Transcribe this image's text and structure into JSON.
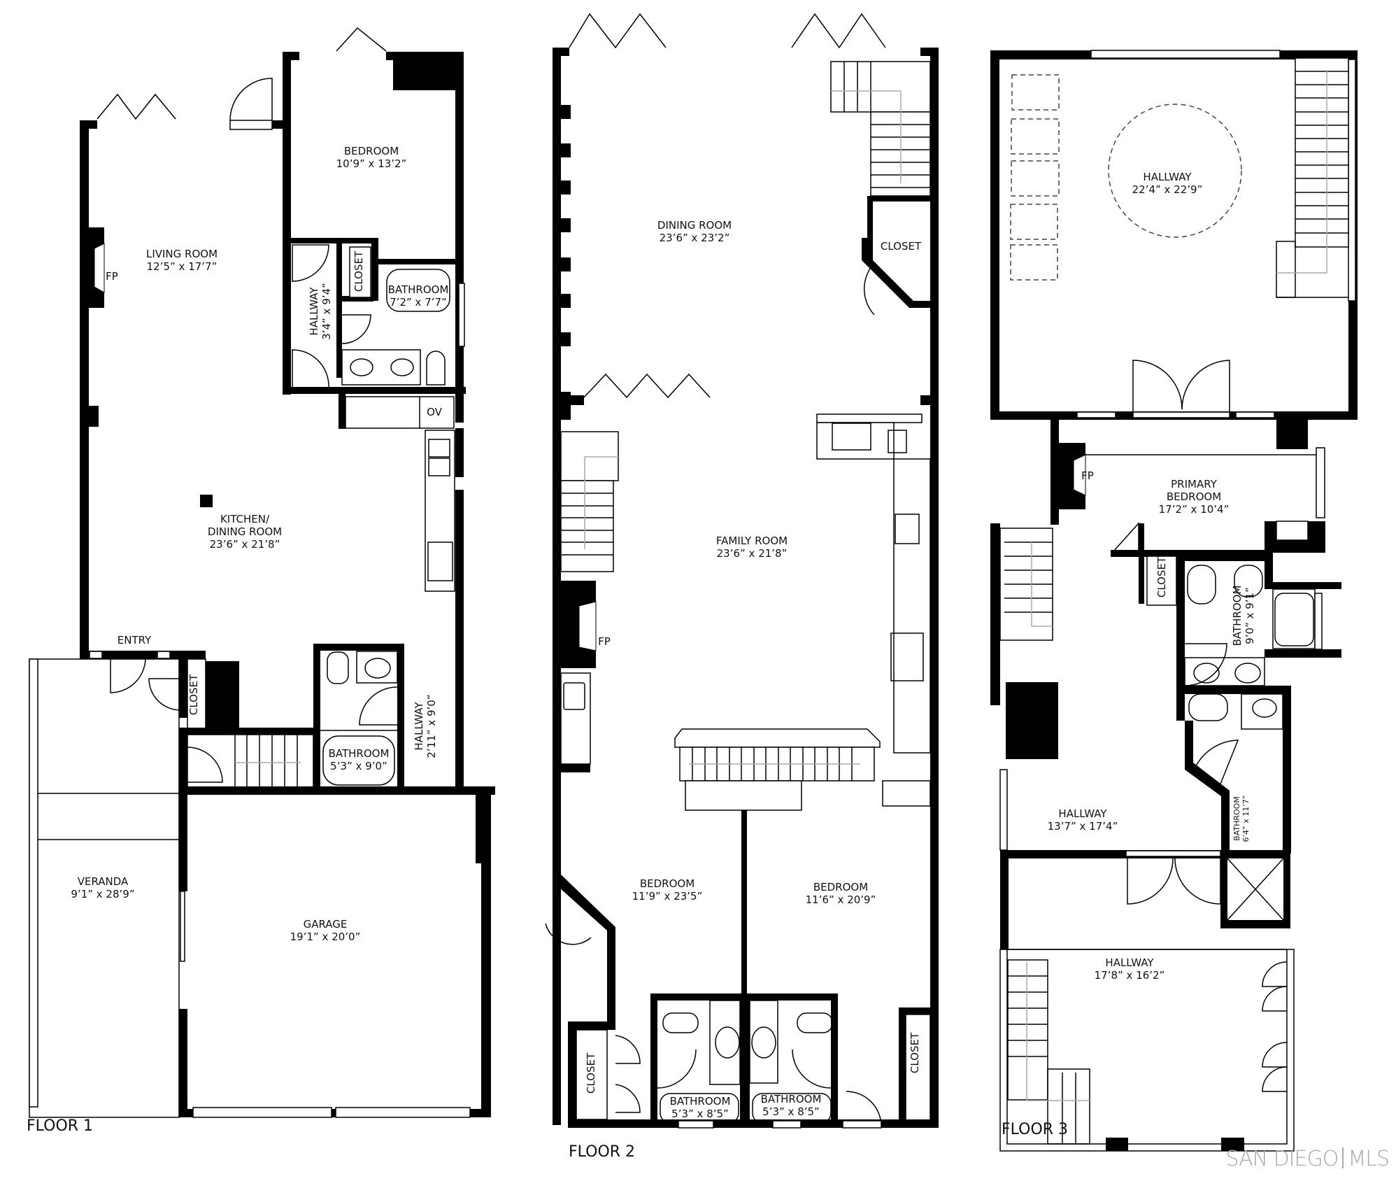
{
  "floors": [
    {
      "name": "FLOOR 1",
      "rooms": [
        {
          "name": "BEDROOM",
          "dims": "10’9” x 13’2”"
        },
        {
          "name": "LIVING ROOM",
          "dims": "12’5” x 17’7”"
        },
        {
          "name": "HALLWAY",
          "dims": "3’4” x 9’4”"
        },
        {
          "name": "CLOSET",
          "dims": ""
        },
        {
          "name": "BATHROOM",
          "dims": "7’2” x 7’7”"
        },
        {
          "name": "OV",
          "dims": ""
        },
        {
          "name": "KITCHEN/\nDINING ROOM",
          "dims": "23’6” x 21’8”"
        },
        {
          "name": "ENTRY",
          "dims": ""
        },
        {
          "name": "CLOSET",
          "dims": ""
        },
        {
          "name": "BATHROOM",
          "dims": "5’3” x 9’0”"
        },
        {
          "name": "HALLWAY",
          "dims": "2’11” x 9’0”"
        },
        {
          "name": "VERANDA",
          "dims": "9’1” x 28’9”"
        },
        {
          "name": "GARAGE",
          "dims": "19’1” x 20’0”"
        },
        {
          "name": "FP",
          "dims": ""
        }
      ]
    },
    {
      "name": "FLOOR 2",
      "rooms": [
        {
          "name": "DINING ROOM",
          "dims": "23’6” x 23’2”"
        },
        {
          "name": "CLOSET",
          "dims": ""
        },
        {
          "name": "FAMILY ROOM",
          "dims": "23’6” x 21’8”"
        },
        {
          "name": "FP",
          "dims": ""
        },
        {
          "name": "BEDROOM",
          "dims": "11’9” x 23’5”"
        },
        {
          "name": "BEDROOM",
          "dims": "11’6” x 20’9”"
        },
        {
          "name": "CLOSET",
          "dims": ""
        },
        {
          "name": "BATHROOM",
          "dims": "5’3” x 8’5”"
        },
        {
          "name": "BATHROOM",
          "dims": "5’3” x 8’5”"
        },
        {
          "name": "CLOSET",
          "dims": ""
        }
      ]
    },
    {
      "name": "FLOOR 3",
      "rooms": [
        {
          "name": "HALLWAY",
          "dims": "22’4” x 22’9”"
        },
        {
          "name": "FP",
          "dims": ""
        },
        {
          "name": "PRIMARY\nBEDROOM",
          "dims": "17’2” x 10’4”"
        },
        {
          "name": "CLOSET",
          "dims": ""
        },
        {
          "name": "BATHROOM",
          "dims": "9’0” x 9’1”"
        },
        {
          "name": "HALLWAY",
          "dims": "13’7” x 17’4”"
        },
        {
          "name": "BATHROOM",
          "dims": "6’4” x 11’7”"
        },
        {
          "name": "HALLWAY",
          "dims": "17’8” x 16’2”"
        }
      ]
    }
  ],
  "watermark": {
    "left": "SAN DIEGO",
    "right": "MLS"
  },
  "colors": {
    "wall": "#000000",
    "background": "#ffffff",
    "stair_arrow": "#aaaaaa",
    "watermark": "#a8a8a8"
  }
}
